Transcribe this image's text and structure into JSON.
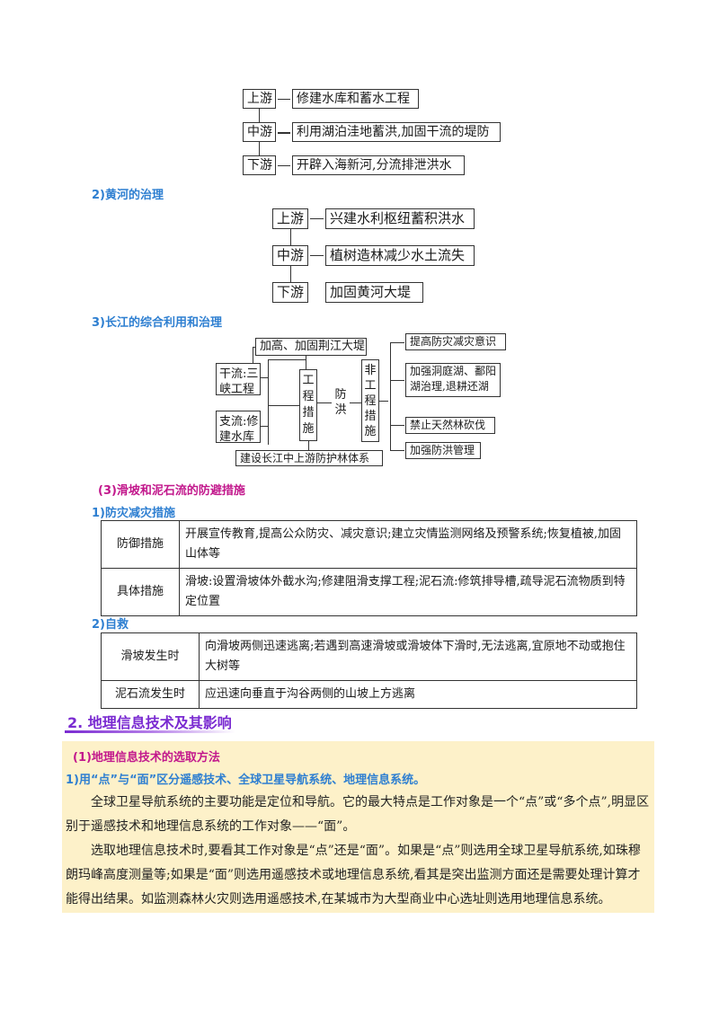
{
  "diagram1": {
    "upper": "上游",
    "upper_text": "修建水库和蓄水工程",
    "middle": "中游",
    "middle_text": "利用湖泊洼地蓄洪,加固干流的堤防",
    "lower": "下游",
    "lower_text": "开辟入海新河,分流排泄洪水"
  },
  "section_yellow": {
    "heading": "2)黄河的治理"
  },
  "diagram2": {
    "upper": "上游",
    "upper_text": "兴建水利枢纽蓄积洪水",
    "middle": "中游",
    "middle_text": "植树造林减少水土流失",
    "lower": "下游",
    "lower_text": "加固黄河大堤"
  },
  "section_yangtze": {
    "heading": "3)长江的综合利用和治理"
  },
  "diagram3": {
    "top": "加高、加固荆江大堤",
    "mainstream": "干流:三峡工程",
    "tributary": "支流:修建水库",
    "engineering": "工程措施",
    "flood": "防洪",
    "non_engineering": "非工程措施",
    "bottom": "建设长江中上游防护林体系",
    "r1": "提高防灾减灾意识",
    "r2": "加强洞庭湖、鄱阳湖治理,退耕还湖",
    "r3": "禁止天然林砍伐",
    "r4": "加强防洪管理"
  },
  "section3": {
    "heading": "(3)滑坡和泥石流的防避措施"
  },
  "sub1": {
    "heading": "1)防灾减灾措施"
  },
  "table1": [
    {
      "label": "防御措施",
      "text": "开展宣传教育,提高公众防灾、减灾意识;建立灾情监测网络及预警系统;恢复植被,加固山体等"
    },
    {
      "label": "具体措施",
      "text": "滑坡:设置滑坡体外截水沟;修建阻滑支撑工程;泥石流:修筑排导槽,疏导泥石流物质到特定位置"
    }
  ],
  "sub2": {
    "heading": "2)自救"
  },
  "table2": [
    {
      "label": "滑坡发生时",
      "text": "向滑坡两侧迅速逃离;若遇到高速滑坡或滑坡体下滑时,无法逃离,宜原地不动或抱住大树等"
    },
    {
      "label": "泥石流发生时",
      "text": "应迅速向垂直于沟谷两侧的山坡上方逃离"
    }
  ],
  "section_main": {
    "heading": "2. 地理信息技术及其影响"
  },
  "box": {
    "heading": "(1)地理信息技术的选取方法",
    "subheading": "1)用“点”与“面”区分遥感技术、全球卫星导航系统、地理信息系统。",
    "p1": "全球卫星导航系统的主要功能是定位和导航。它的最大特点是工作对象是一个“点”或“多个点”,明显区别于遥感技术和地理信息系统的工作对象——“面”。",
    "p2": "选取地理信息技术时,要看其工作对象是“点”还是“面”。如果是“点”则选用全球卫星导航系统,如珠穆朗玛峰高度测量等;如果是“面”则选用遥感技术或地理信息系统,看其是突出监测方面还是需要处理计算才能得出结果。如监测森林火灾则选用遥感技术,在某城市为大型商业中心选址则选用地理信息系统。"
  },
  "colors": {
    "blue": "#2e7fd1",
    "magenta": "#c2188c",
    "purple": "#7a2bd1",
    "highlight": "#fdf1c9"
  }
}
